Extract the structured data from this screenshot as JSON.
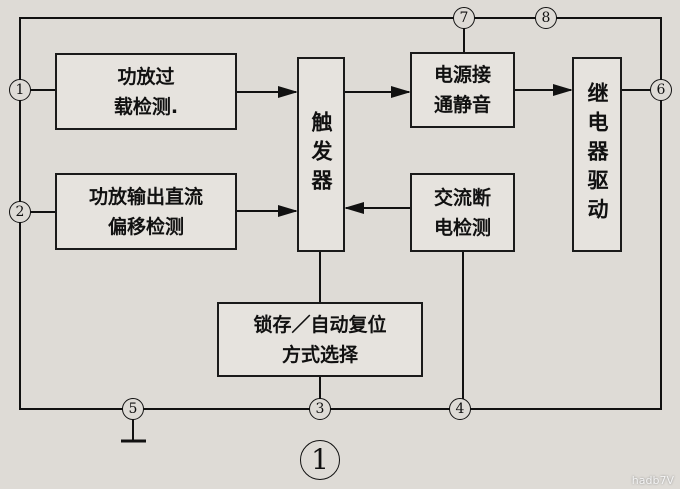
{
  "blocks": {
    "overload": "功放过\n载检测.",
    "dc_offset": "功放输出直流\n偏移检测",
    "trigger": "触发器",
    "power_mute": "电源接\n通静音",
    "ac_detect": "交流断\n电检测",
    "relay_drive": "继电器驱动",
    "latch_select": "锁存／自动复位\n方式选择"
  },
  "nodes": {
    "n1": "1",
    "n2": "2",
    "n3": "3",
    "n4": "4",
    "n5": "5",
    "n6": "6",
    "n7": "7",
    "n8": "8"
  },
  "figure_label": "1",
  "watermark": "hadb7V"
}
